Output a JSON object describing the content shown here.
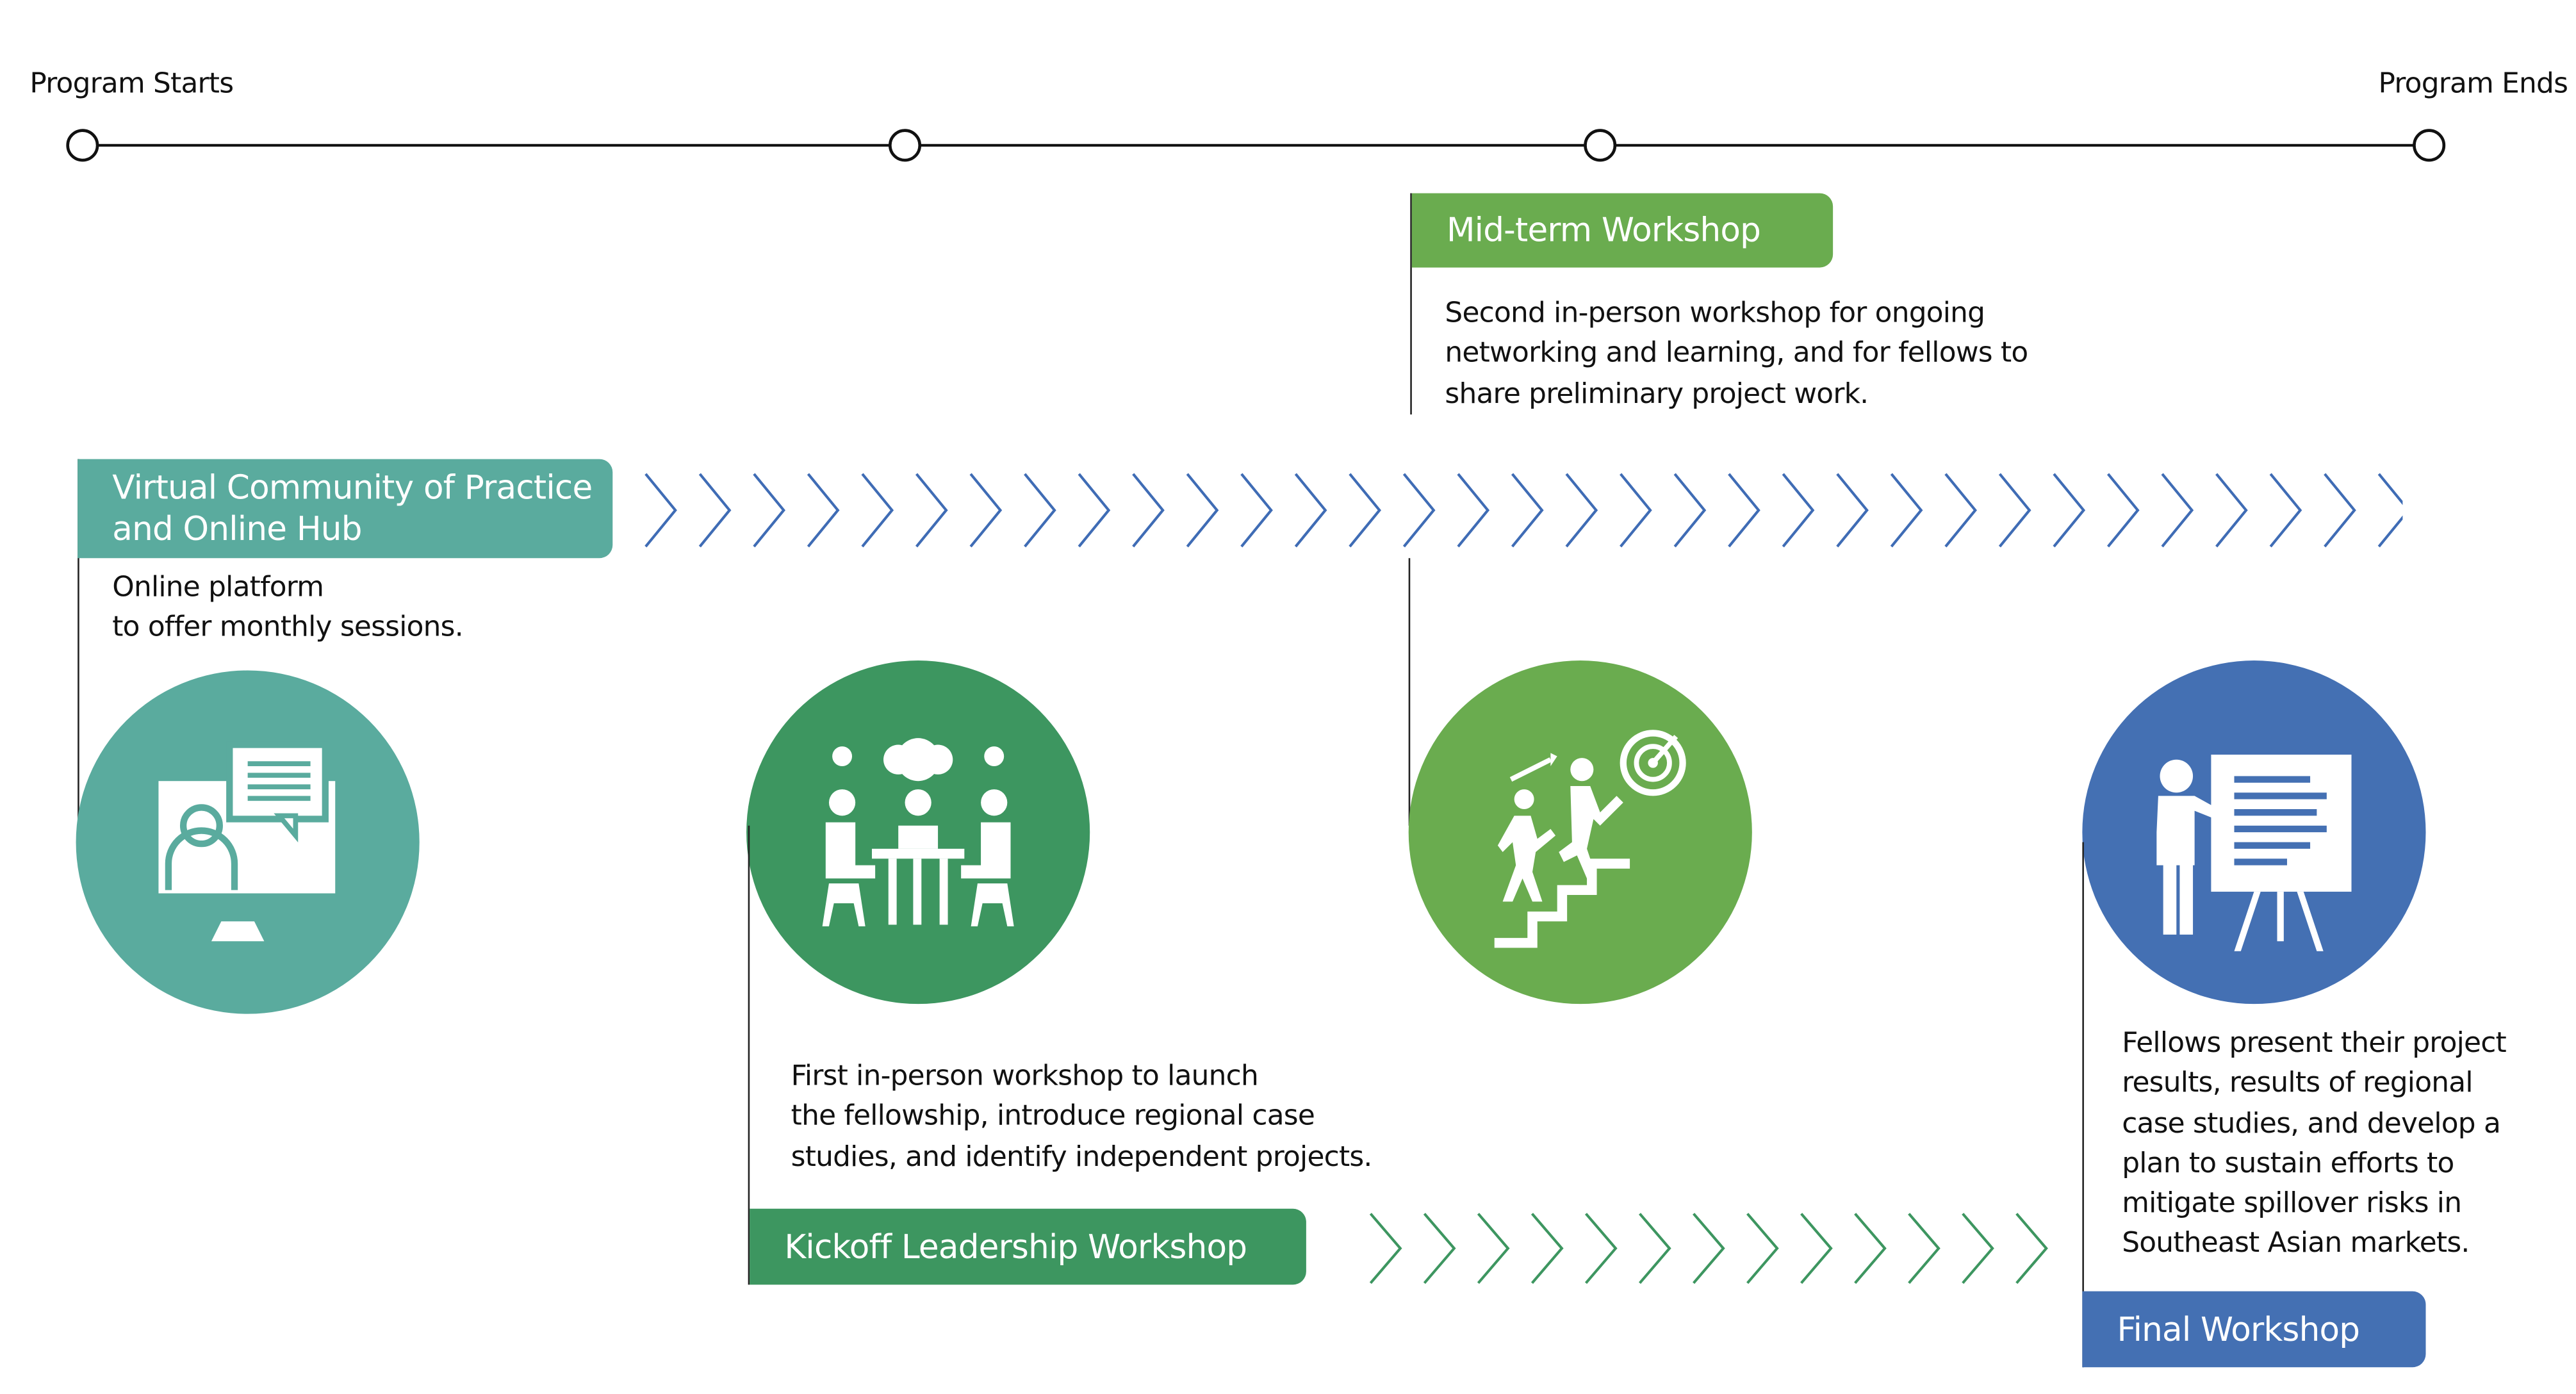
{
  "timeline": {
    "start_label": "Program Starts",
    "end_label": "Program Ends"
  },
  "colors": {
    "teal": "#5aab9e",
    "dark_green": "#3d9660",
    "light_green": "#6aac4f",
    "blue": "#4470b3",
    "chevron_blue": "#3f6cb5",
    "chevron_green": "#3d9660"
  },
  "stages": [
    {
      "title_line1": "Virtual Community of Practice",
      "title_line2": "and Online Hub",
      "desc": [
        "Online platform",
        "to offer monthly sessions."
      ],
      "icon": "computer-chat-icon"
    },
    {
      "title": "Kickoff Leadership Workshop",
      "desc": [
        "First in-person workshop to launch",
        "the fellowship, introduce regional case",
        "studies, and identify independent projects."
      ],
      "icon": "meeting-table-icon"
    },
    {
      "title": "Mid-term Workshop",
      "desc": [
        "Second in-person workshop for ongoing",
        "networking and learning, and for fellows to",
        "share preliminary project work."
      ],
      "icon": "climbing-stairs-target-icon"
    },
    {
      "title": "Final Workshop",
      "desc": [
        "Fellows present their project",
        "results, results of regional",
        "case studies, and develop a",
        "plan to sustain efforts to",
        "mitigate spillover risks in",
        "Southeast Asian markets."
      ],
      "icon": "presentation-board-icon"
    }
  ]
}
